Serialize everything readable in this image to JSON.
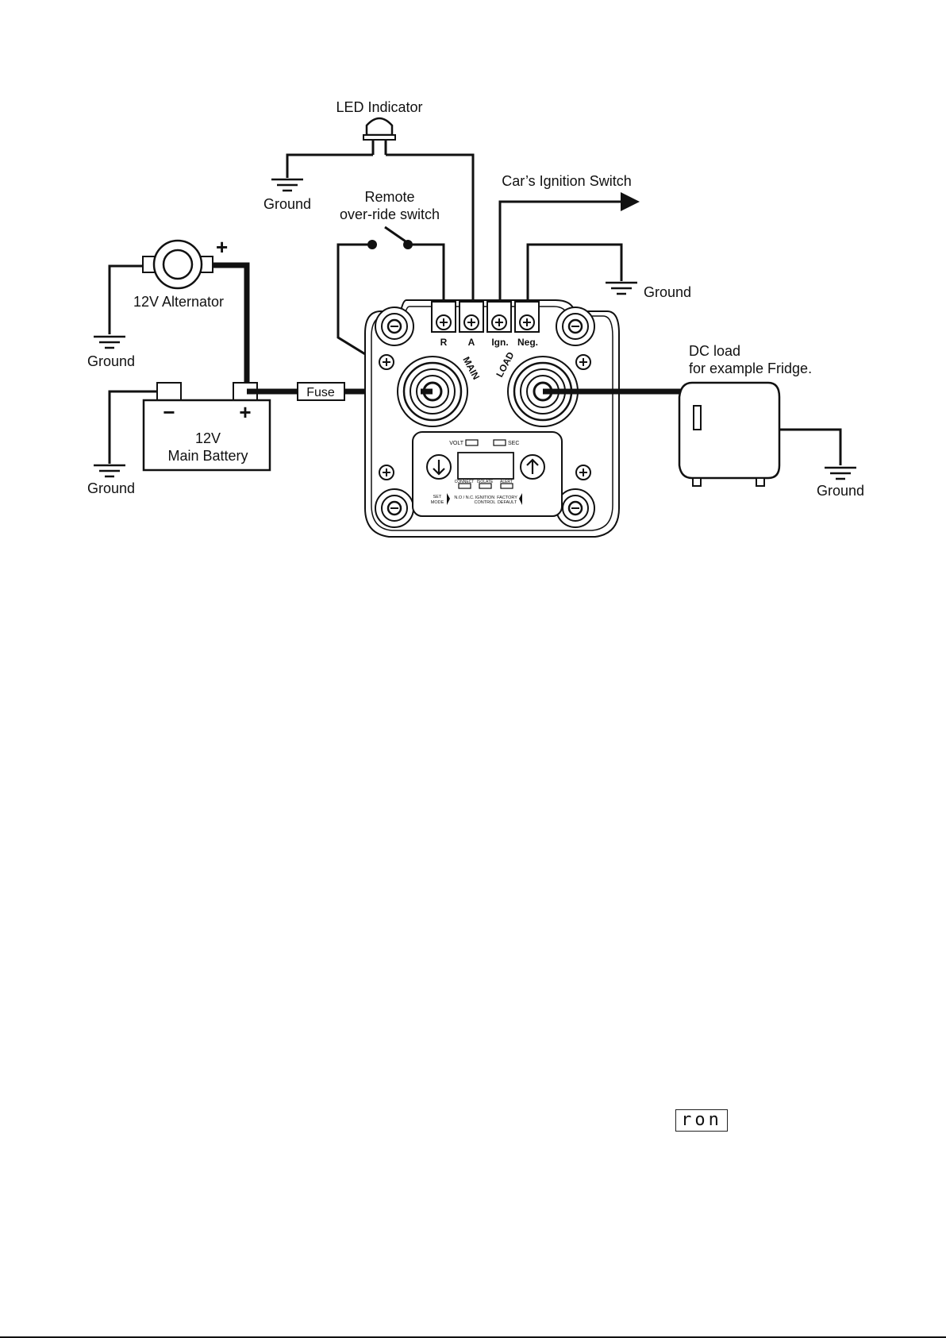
{
  "labels": {
    "led_indicator": "LED Indicator",
    "ground": "Ground",
    "remote_line1": "Remote",
    "remote_line2": "over-ride switch",
    "ignition_switch": "Car’s Ignition Switch",
    "alternator": "12V Alternator",
    "battery_voltage": "12V",
    "battery_name": "Main Battery",
    "fuse": "Fuse",
    "dc_load_line1": "DC load",
    "dc_load_line2": "for example Fridge.",
    "plus": "+",
    "minus": "−"
  },
  "terminals": [
    "R",
    "A",
    "Ign.",
    "Neg."
  ],
  "posts": {
    "main": "MAIN",
    "load": "LOAD"
  },
  "panel": {
    "volt": "VOLT",
    "sec": "SEC",
    "connect": "CONNECT",
    "isolate": "ISOLATE",
    "alert": "ALERT",
    "set": "SET",
    "mode": "MODE",
    "no_nc": "N.O / N.C.",
    "ignition": "IGNITION",
    "control": "CONTROL",
    "factory": "FACTORY",
    "default": "DEFAULT"
  },
  "display_readout": "ron",
  "icons": [
    "led-icon",
    "switch-icon",
    "arrow-right-icon",
    "ground-icon",
    "alternator-icon",
    "battery-icon",
    "fuse-icon",
    "fridge-icon",
    "down-arrow-icon",
    "up-arrow-icon",
    "screw-icon"
  ]
}
